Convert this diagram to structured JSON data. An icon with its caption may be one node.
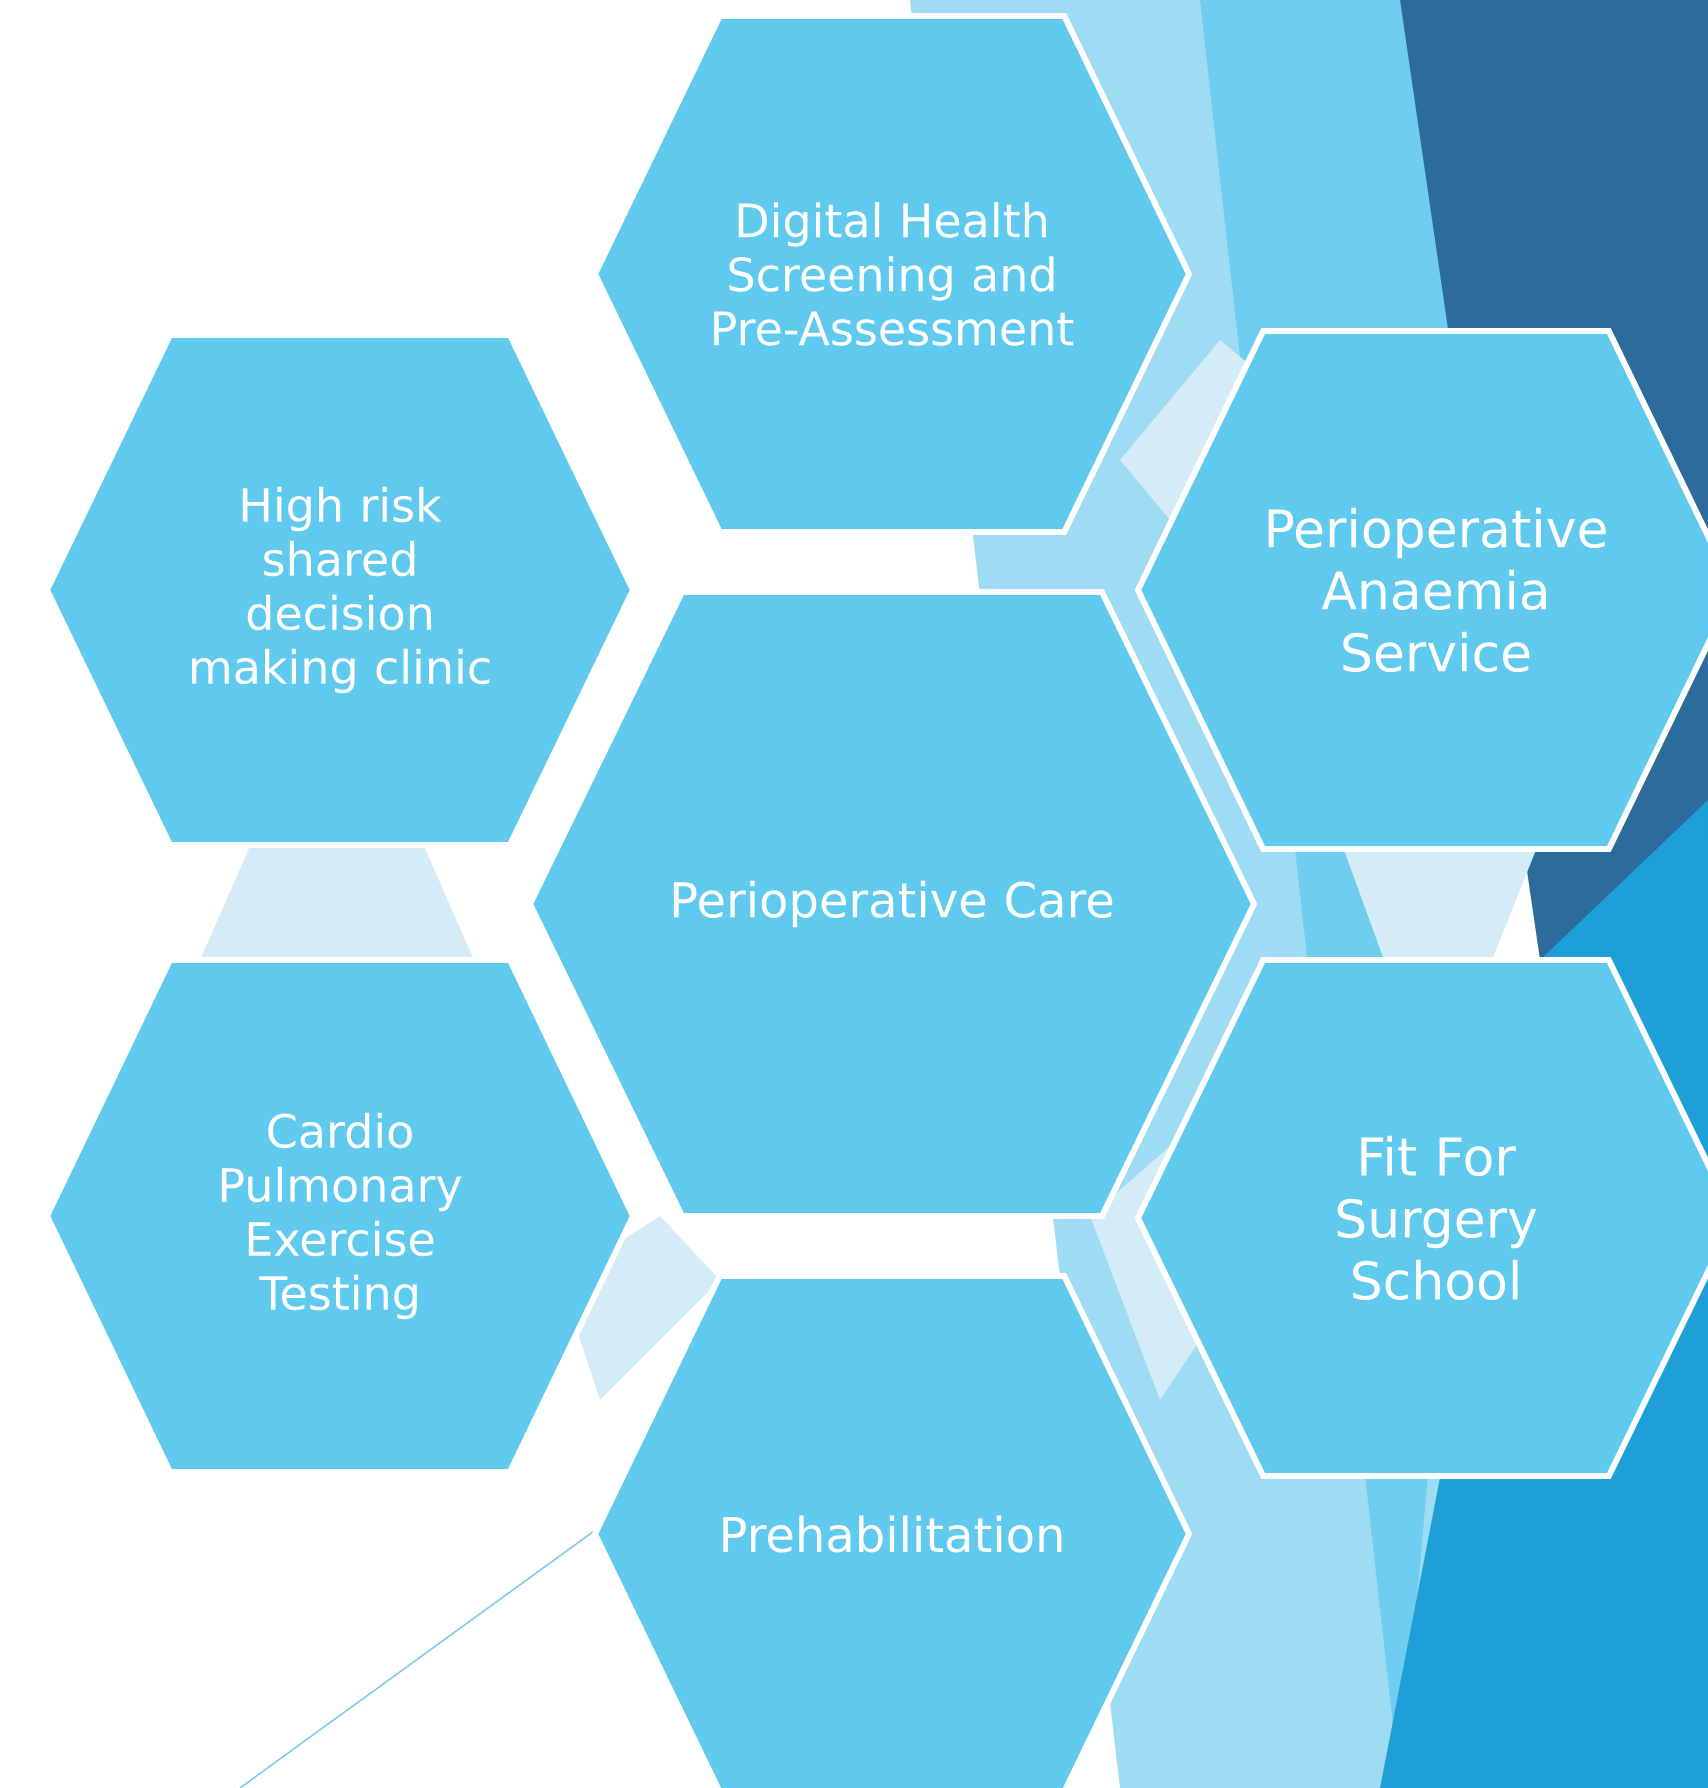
{
  "diagram": {
    "nodes": [
      {
        "text": [
          "Perioperative Care"
        ]
      },
      {
        "text": [
          "Digital Health Screening and Pre-Assessment"
        ]
      },
      {
        "text": [
          "High risk shared decision making clinic"
        ]
      },
      {
        "text": [
          "Perioperative Anaemia Service"
        ]
      },
      {
        "text": [
          "Cardio Pulmonary Exercise Testing"
        ]
      },
      {
        "text": [
          "Fit For Surgery School"
        ]
      },
      {
        "text": [
          "Prehabilitation"
        ]
      }
    ],
    "edges": []
  }
}
